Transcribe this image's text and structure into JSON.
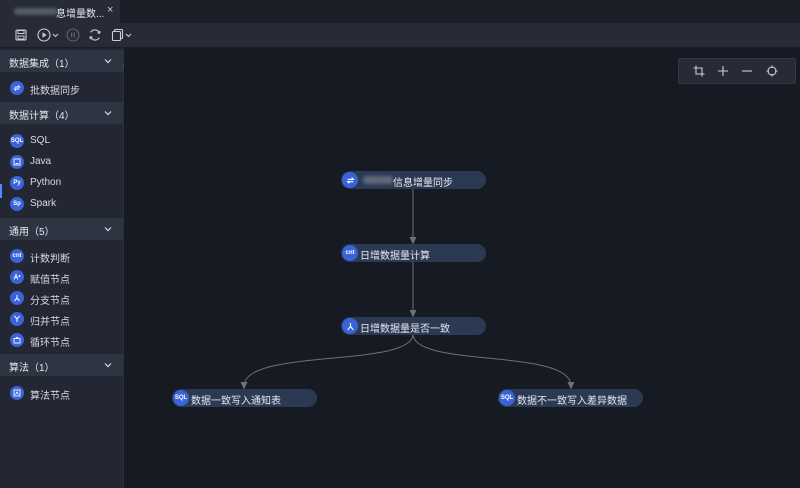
{
  "tab": {
    "title": "息增量数...",
    "close_glyph": "×"
  },
  "toolbar": {
    "buttons": [
      "save-icon",
      "run-icon",
      "stop-icon",
      "refresh-icon",
      "copy-icon"
    ]
  },
  "sidebar": {
    "groups": [
      {
        "label": "数据集成（1）",
        "items": [
          {
            "icon": "sync-icon",
            "label": "批数据同步"
          }
        ]
      },
      {
        "label": "数据计算（4）",
        "items": [
          {
            "icon": "sql-icon",
            "icon_text": "SQL",
            "label": "SQL"
          },
          {
            "icon": "java-icon",
            "label": "Java"
          },
          {
            "icon": "python-icon",
            "icon_text": "Py",
            "label": "Python"
          },
          {
            "icon": "spark-icon",
            "icon_text": "Sp",
            "label": "Spark"
          }
        ]
      },
      {
        "label": "通用（5）",
        "items": [
          {
            "icon": "count-icon",
            "icon_text": "cnt",
            "label": "计数判断"
          },
          {
            "icon": "assign-icon",
            "label": "赋值节点"
          },
          {
            "icon": "branch-icon",
            "label": "分支节点"
          },
          {
            "icon": "merge-icon",
            "label": "归并节点"
          },
          {
            "icon": "loop-icon",
            "label": "循环节点"
          }
        ]
      },
      {
        "label": "算法（1）",
        "items": [
          {
            "icon": "algorithm-icon",
            "label": "算法节点"
          }
        ]
      }
    ]
  },
  "canvas_controls": [
    "crop-icon",
    "zoom-in-icon",
    "zoom-out-icon",
    "locate-icon"
  ],
  "flow": {
    "nodes": [
      {
        "id": "n1",
        "icon": "sync-icon",
        "label": "信息增量同步"
      },
      {
        "id": "n2",
        "icon": "count-icon",
        "icon_text": "cnt",
        "label": "日增数据量计算"
      },
      {
        "id": "n3",
        "icon": "branch-icon",
        "label": "日增数据量是否一致"
      },
      {
        "id": "n4",
        "icon": "sql-icon",
        "icon_text": "SQL",
        "label": "数据一致写入通知表"
      },
      {
        "id": "n5",
        "icon": "sql-icon",
        "icon_text": "SQL",
        "label": "数据不一致写入差异数据"
      }
    ]
  },
  "colors": {
    "accent": "#3a63d8",
    "node_bg": "#2b3a52",
    "edge": "#6b717d"
  }
}
